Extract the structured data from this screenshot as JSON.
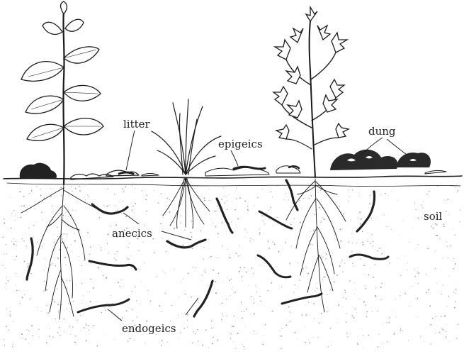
{
  "labels": {
    "litter": "litter",
    "epigeics": "epigeics",
    "dung": "dung",
    "soil": "soil",
    "anecics": "anecics",
    "endogeics": "endogeics"
  },
  "colors": {
    "ink": "#1a1a1a",
    "background": "#ffffff",
    "soil_speckle": "#9a9a9a"
  }
}
